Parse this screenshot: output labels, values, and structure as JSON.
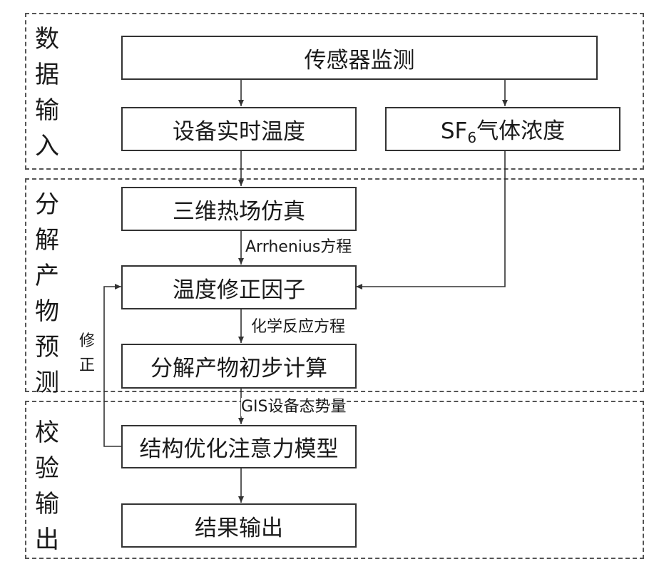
{
  "sections": [
    {
      "id": "input",
      "label": "数据输入"
    },
    {
      "id": "predict",
      "label": "分解产物预测"
    },
    {
      "id": "verify",
      "label": "校验输出"
    }
  ],
  "boxes": {
    "sensor": "传感器监测",
    "temp": "设备实时温度",
    "sf6_main": "SF",
    "sf6_sub": "6",
    "sf6_rest": "气体浓度",
    "thermal": "三维热场仿真",
    "correction": "温度修正因子",
    "calc": "分解产物初步计算",
    "model": "结构优化注意力模型",
    "output": "结果输出"
  },
  "edge_labels": {
    "arrhenius": "Arrhenius方程",
    "chem": "化学反应方程",
    "gis": "GIS设备态势量"
  },
  "side_note": "修正"
}
